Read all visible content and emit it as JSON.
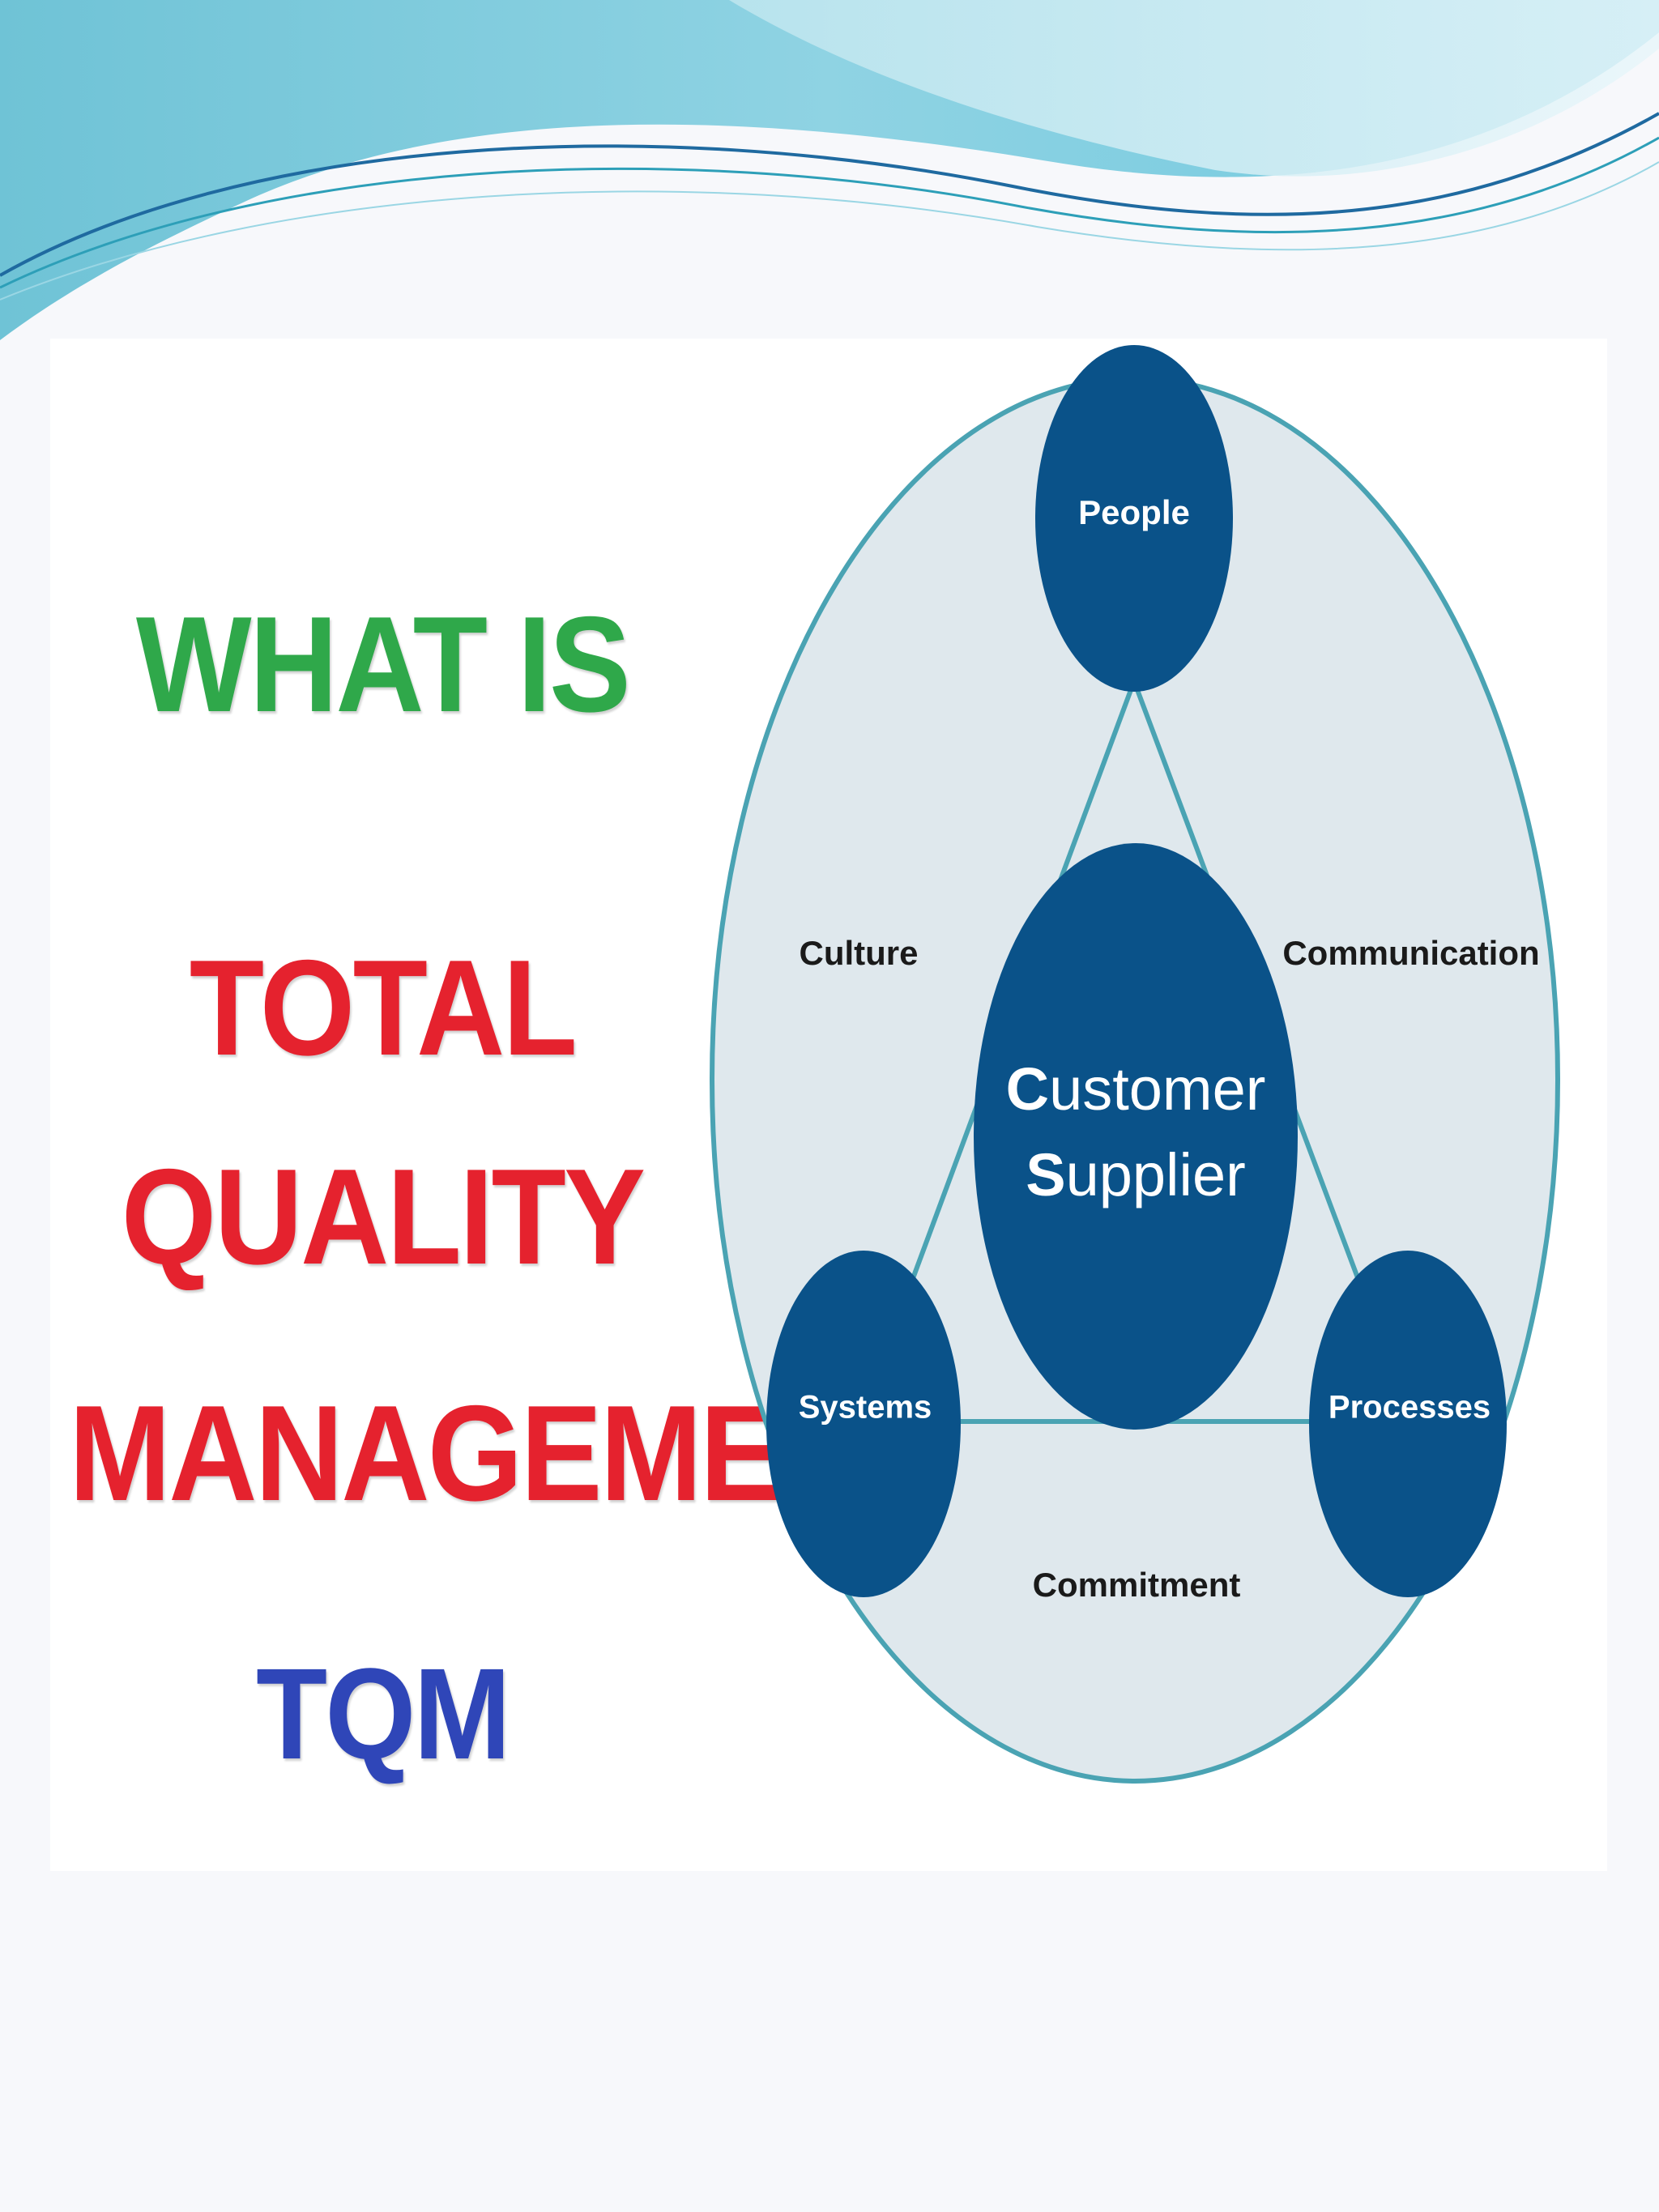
{
  "title": {
    "line1": "WHAT IS",
    "line2": "TOTAL",
    "line3": "QUALITY",
    "line4": "MANAGEMENT",
    "line5": "TQM"
  },
  "diagram": {
    "top_node": "People",
    "left_node": "Systems",
    "right_node": "Processes",
    "center_line1_initial": "C",
    "center_line1_rest": "ustomer",
    "center_line2_initial": "S",
    "center_line2_rest": "upplier",
    "label_left": "Culture",
    "label_right": "Communication",
    "label_bottom": "Commitment"
  },
  "colors": {
    "title_green": "#2fa84a",
    "title_red": "#e5222e",
    "title_blue": "#2f46b8",
    "node_fill": "#0a5289",
    "ellipse_fill": "#dfe8ed",
    "ellipse_stroke": "#4aa3b3",
    "header_teal": "#7ccfe0"
  }
}
